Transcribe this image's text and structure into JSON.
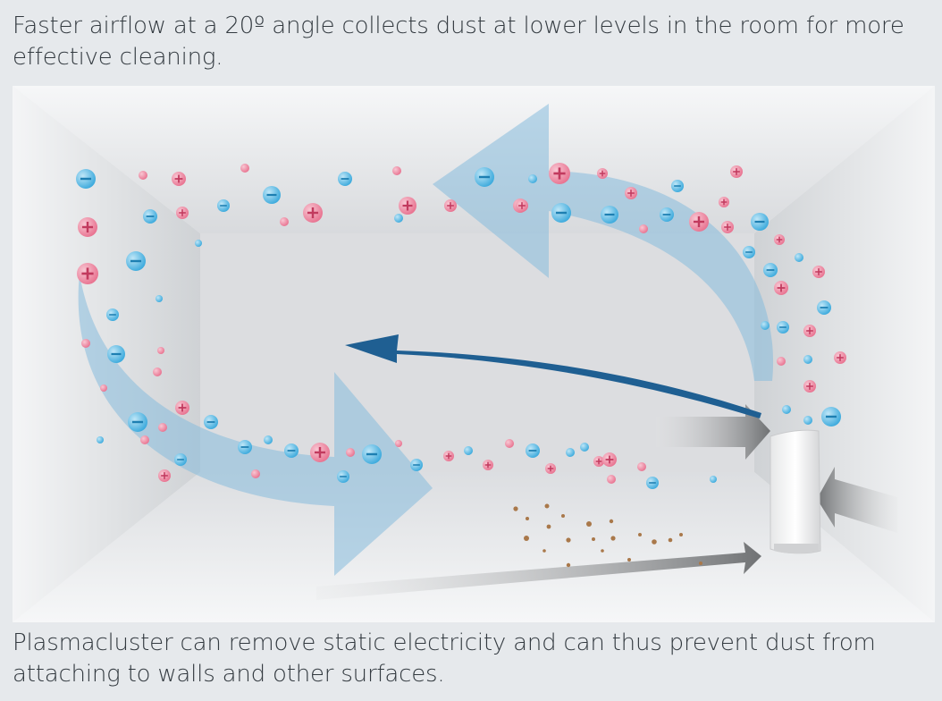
{
  "captions": {
    "top": "Faster airflow at a 20º angle collects dust at lower levels in the room for more effective cleaning.",
    "bottom": "Plasmacluster can remove static electricity and can thus prevent dust from attaching to walls and other surfaces."
  },
  "colors": {
    "background": "#e6e9ec",
    "room_light": "#f3f4f5",
    "back_wall": "#dcdde0",
    "airflow_arrow": "#86bcdc",
    "direct_airflow_arrow": "#1f5f92",
    "positive_ion": "#e8718f",
    "negative_ion": "#3aa9dc",
    "dust": "#a9784a",
    "purifier": "#f7f7f7"
  },
  "diagram": {
    "elements": {
      "room": "3d-room",
      "purifier": "air-purifier-unit",
      "ions": [
        "positive-ion",
        "negative-ion"
      ],
      "flows": [
        "circulating-airflow",
        "angled-direct-airflow",
        "dust-intake-flow",
        "side-intake-flow"
      ]
    }
  }
}
